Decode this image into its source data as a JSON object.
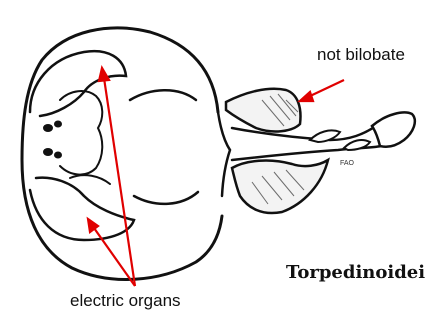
{
  "labels": {
    "top_right": "not bilobate",
    "bottom": "electric organs",
    "title": "Torpedinoidei",
    "source_tag": "FAO"
  },
  "colors": {
    "outline": "#111111",
    "arrow": "#e00000",
    "background": "#ffffff"
  }
}
